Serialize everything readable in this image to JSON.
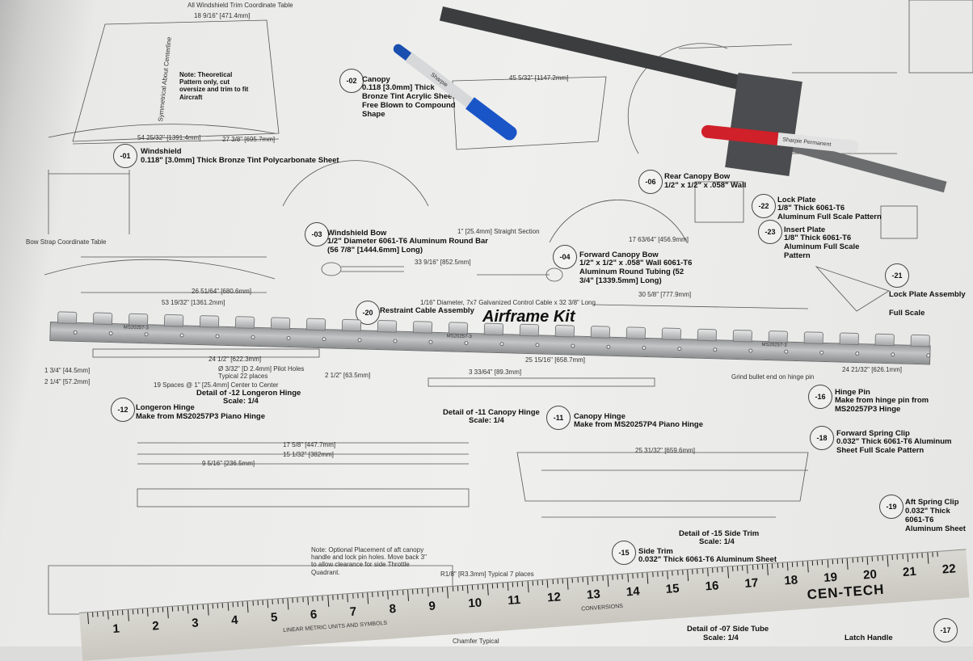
{
  "drawing": {
    "top_table": "All Windshield Trim Coordinate Table",
    "note_pattern": "Note: Theoretical Pattern only, cut oversize and trim to fit Aircraft",
    "symmetrical": "Symmetrical About Centerline",
    "kit_logo": "Airframe Kit",
    "parts": [
      {
        "num": "-01",
        "title": "Windshield",
        "desc": "0.118\" [3.0mm] Thick Bronze Tint Polycarbonate Sheet"
      },
      {
        "num": "-02",
        "title": "Canopy",
        "desc": "0.118 [3.0mm] Thick Bronze Tint Acrylic Sheet Free Blown to Compound Shape"
      },
      {
        "num": "-03",
        "title": "Windshield Bow",
        "desc": "1/2\" Diameter 6061-T6 Aluminum Round Bar (56 7/8\" [1444.6mm] Long)"
      },
      {
        "num": "-04",
        "title": "Forward Canopy Bow",
        "desc": "1/2\" x 1/2\" x .058\" Wall 6061-T6 Aluminum Round Tubing (52 3/4\" [1339.5mm] Long)"
      },
      {
        "num": "-06",
        "title": "Rear Canopy Bow",
        "desc": "1/2\" x 1/2\" x .058\" Wall"
      },
      {
        "num": "-20",
        "title": "Restraint Cable Assembly",
        "desc": ""
      },
      {
        "num": "-22",
        "title": "Lock Plate",
        "desc": "1/8\" Thick 6061-T6 Aluminum Full Scale Pattern"
      },
      {
        "num": "-23",
        "title": "Insert Plate",
        "desc": "1/8\" Thick 6061-T6 Aluminum Full Scale Pattern"
      },
      {
        "num": "-21",
        "title": "Lock Plate Assembly",
        "desc": "Full Scale"
      },
      {
        "num": "-12",
        "title": "Longeron Hinge",
        "desc": "Make from MS20257P3 Piano Hinge"
      },
      {
        "num": "-11",
        "title": "Canopy Hinge",
        "desc": "Make from MS20257P4 Piano Hinge"
      },
      {
        "num": "-16",
        "title": "Hinge Pin",
        "desc": "Make from hinge pin from MS20257P3 Hinge"
      },
      {
        "num": "-18",
        "title": "Forward Spring Clip",
        "desc": "0.032\" Thick 6061-T6 Aluminum Sheet Full Scale Pattern"
      },
      {
        "num": "-19",
        "title": "Aft Spring Clip",
        "desc": "0.032\" Thick 6061-T6 Aluminum Sheet"
      },
      {
        "num": "-15",
        "title": "Side Trim",
        "desc": "0.032\" Thick 6061-T6 Aluminum Sheet"
      },
      {
        "num": "-17",
        "title": "Latch Handle",
        "desc": ""
      }
    ],
    "details": [
      {
        "title": "Detail of -12 Longeron Hinge",
        "scale": "Scale: 1/4"
      },
      {
        "title": "Detail of -11 Canopy Hinge",
        "scale": "Scale: 1/4"
      },
      {
        "title": "Detail of -15 Side Trim",
        "scale": "Scale: 1/4"
      },
      {
        "title": "Detail of -07 Side Tube",
        "scale": "Scale: 1/4"
      }
    ],
    "dims": [
      "18 9/16\" [471.4mm]",
      "54 25/32\" [1391.4mm]",
      "27 3/8\" [695.7mm]",
      "45 5/32\" [1147.2mm]",
      "33 9/16\" [852.5mm]",
      "1/16\" Diameter, 7x7 Galvanized Control Cable x 32 3/8\" Long",
      "30 5/8\" [777.9mm]",
      "26 51/64\" [680.6mm]",
      "53 19/32\" [1361.2mm]",
      "24 1/2\" [622.3mm]",
      "25 15/16\" [658.7mm]",
      "24 21/32\" [626.1mm]",
      "19 Spaces @ 1\" [25.4mm] Center to Center",
      "Ø 3/32\" [D 2.4mm] Pilot Holes Typical 22 places",
      "2 1/2\" [63.5mm]",
      "1 3/4\" [44.5mm]",
      "2 1/4\" [57.2mm]",
      "17 5/8\" [447.7mm]",
      "15 1/32\" [382mm]",
      "9 5/16\" [236.5mm]",
      "25 31/32\" [659.6mm]",
      "3 33/64\" [89.3mm]",
      "1\" [25.4mm] Straight Section",
      "17 63/64\" [456.9mm]",
      "Grind bullet end on hinge pin",
      "Bow Strap Coordinate Table",
      "Note: Optional Placement of aft canopy handle and lock pin holes. Move back 3\" to allow clearance for side Throttle Quadrant.",
      "R1/8\" [R3.3mm] Typical 7 places",
      "Chamfer Typical"
    ],
    "hinge_marking": "MS20257-3"
  },
  "tools": {
    "pen_brand": "Sharpie",
    "red_pen": "Sharpie Permanent",
    "ruler_brand": "CEN-TECH",
    "ruler_conversions": "CONVERSIONS",
    "ruler_units": "LINEAR METRIC UNITS AND SYMBOLS",
    "ruler_numbers": [
      "1",
      "2",
      "3",
      "4",
      "5",
      "6",
      "7",
      "8",
      "9",
      "10",
      "11",
      "12",
      "13",
      "14",
      "15",
      "16",
      "17",
      "18",
      "19",
      "20",
      "21",
      "22"
    ]
  }
}
